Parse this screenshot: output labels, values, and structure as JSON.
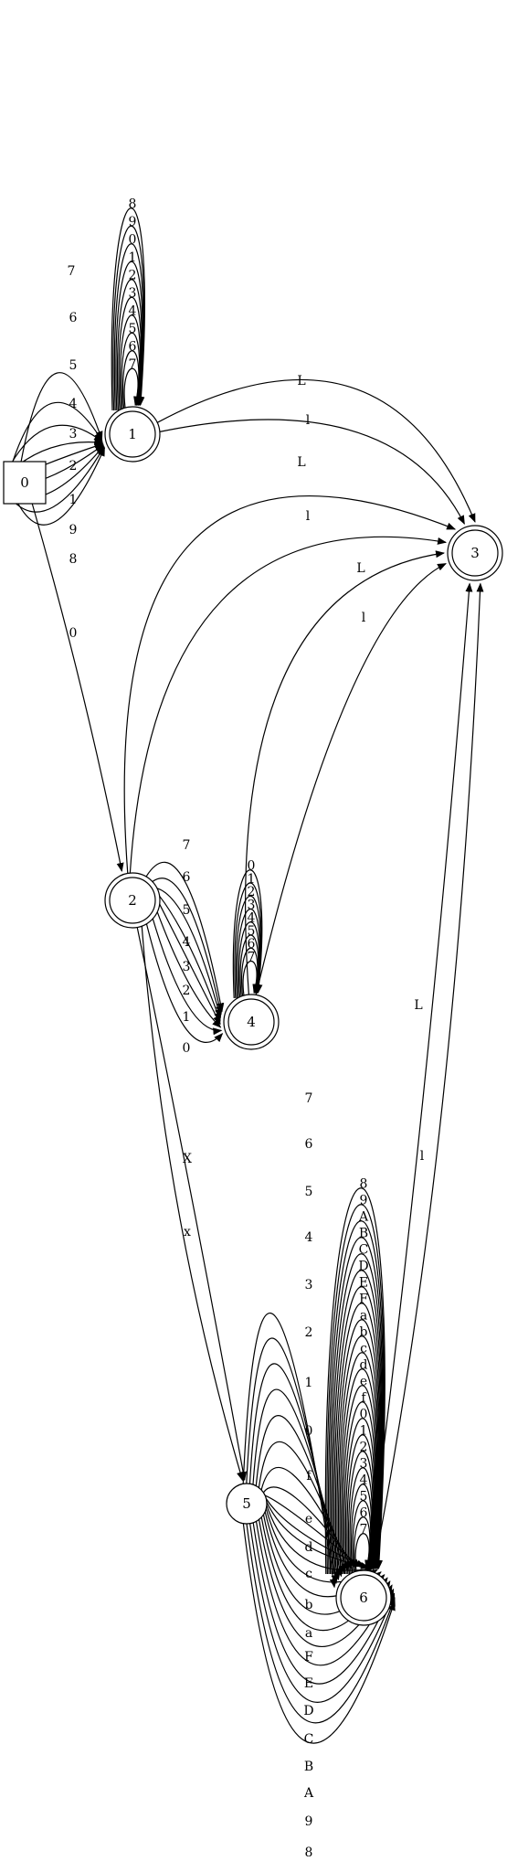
{
  "diagram": {
    "type": "finite-state-automaton",
    "states": [
      {
        "id": "0",
        "label": "0",
        "shape": "box",
        "accepting": false,
        "start": true
      },
      {
        "id": "1",
        "label": "1",
        "shape": "doublecircle",
        "accepting": true
      },
      {
        "id": "2",
        "label": "2",
        "shape": "doublecircle",
        "accepting": true
      },
      {
        "id": "3",
        "label": "3",
        "shape": "doublecircle",
        "accepting": true
      },
      {
        "id": "4",
        "label": "4",
        "shape": "doublecircle",
        "accepting": true
      },
      {
        "id": "5",
        "label": "5",
        "shape": "circle",
        "accepting": false
      },
      {
        "id": "6",
        "label": "6",
        "shape": "doublecircle",
        "accepting": true
      }
    ],
    "edge_groups": [
      {
        "from": "0",
        "to": "1",
        "labels": [
          "7",
          "6",
          "5",
          "4",
          "3",
          "2",
          "1",
          "9",
          "8"
        ]
      },
      {
        "from": "0",
        "to": "2",
        "labels": [
          "0"
        ]
      },
      {
        "from": "1",
        "to": "1",
        "labels": [
          "8",
          "9",
          "0",
          "1",
          "2",
          "3",
          "4",
          "5",
          "6",
          "7"
        ]
      },
      {
        "from": "1",
        "to": "3",
        "labels": [
          "L",
          "l"
        ]
      },
      {
        "from": "2",
        "to": "3",
        "labels": [
          "L",
          "l"
        ]
      },
      {
        "from": "2",
        "to": "4",
        "labels": [
          "7",
          "6",
          "5",
          "4",
          "3",
          "2",
          "1",
          "0"
        ]
      },
      {
        "from": "2",
        "to": "5",
        "labels": [
          "X",
          "x"
        ]
      },
      {
        "from": "4",
        "to": "4",
        "labels": [
          "0",
          "1",
          "2",
          "3",
          "4",
          "5",
          "6",
          "7"
        ]
      },
      {
        "from": "4",
        "to": "3",
        "labels": [
          "L",
          "l"
        ]
      },
      {
        "from": "5",
        "to": "6",
        "labels": [
          "7",
          "6",
          "5",
          "4",
          "3",
          "2",
          "1",
          "0",
          "f",
          "e",
          "d",
          "c",
          "b",
          "a",
          "F",
          "E",
          "D",
          "C",
          "B",
          "A",
          "9",
          "8"
        ]
      },
      {
        "from": "6",
        "to": "6",
        "labels": [
          "8",
          "9",
          "A",
          "B",
          "C",
          "D",
          "E",
          "F",
          "a",
          "b",
          "c",
          "d",
          "e",
          "f",
          "0",
          "1",
          "2",
          "3",
          "4",
          "5",
          "6",
          "7"
        ]
      },
      {
        "from": "6",
        "to": "3",
        "labels": [
          "L",
          "l"
        ]
      }
    ]
  }
}
